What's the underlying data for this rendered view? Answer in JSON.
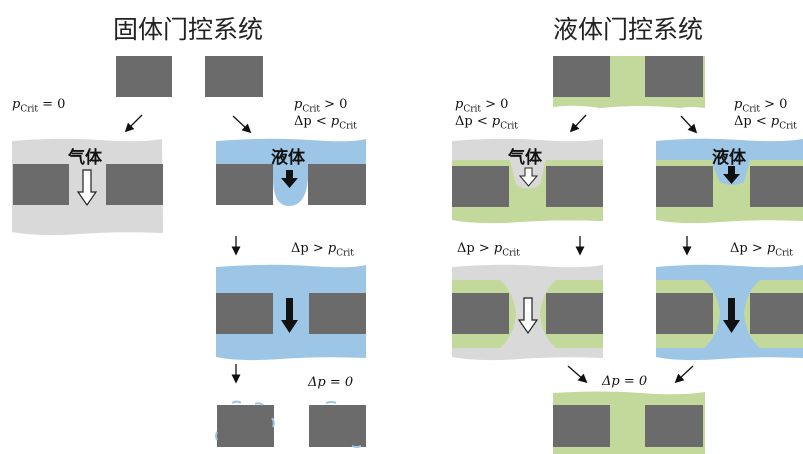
{
  "titles": {
    "solid": "固体门控系统",
    "liquid": "液体门控系统"
  },
  "conditions": {
    "p_crit_zero": "p_Crit = 0",
    "p_crit_gt": "p_Crit > 0",
    "dp_lt": "Δp < p_Crit",
    "dp_gt": "Δp > p_Crit",
    "dp_zero": "Δp = 0"
  },
  "condition_parts": {
    "p": "p",
    "crit": "Crit",
    "eq0": " = 0",
    "gt0": " > 0",
    "dp": "Δp",
    "lt": " < ",
    "gt": " > ",
    "dp_eq0": "Δp = 0"
  },
  "labels": {
    "gas": "气体",
    "liquid": "液体"
  },
  "colors": {
    "block": "#6b6b6b",
    "gas_fill": "#d9d9d9",
    "liquid_fill": "#9dc6e6",
    "gating_fluid": "#c2d99b"
  }
}
